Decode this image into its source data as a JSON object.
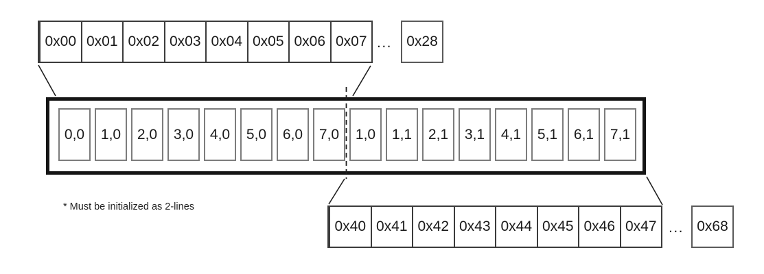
{
  "top_row": {
    "cells": [
      "0x00",
      "0x01",
      "0x02",
      "0x03",
      "0x04",
      "0x05",
      "0x06",
      "0x07"
    ],
    "ellipsis": "...",
    "tail": "0x28"
  },
  "cache_line": {
    "cells": [
      "0,0",
      "1,0",
      "2,0",
      "3,0",
      "4,0",
      "5,0",
      "6,0",
      "7,0",
      "1,0",
      "1,1",
      "2,1",
      "3,1",
      "4,1",
      "5,1",
      "6,1",
      "7,1"
    ]
  },
  "bottom_row": {
    "cells": [
      "0x40",
      "0x41",
      "0x42",
      "0x43",
      "0x44",
      "0x45",
      "0x46",
      "0x47"
    ],
    "ellipsis": "...",
    "tail": "0x68"
  },
  "note": "* Must be initialized as 2-lines",
  "colors": {
    "background": "#ffffff",
    "text": "#1a1a1a",
    "strip_border": "#3b3b3b",
    "inner_cell_border": "#7c7c7c",
    "thick_box_border": "#151515",
    "connector_line": "#1f1f1f"
  }
}
